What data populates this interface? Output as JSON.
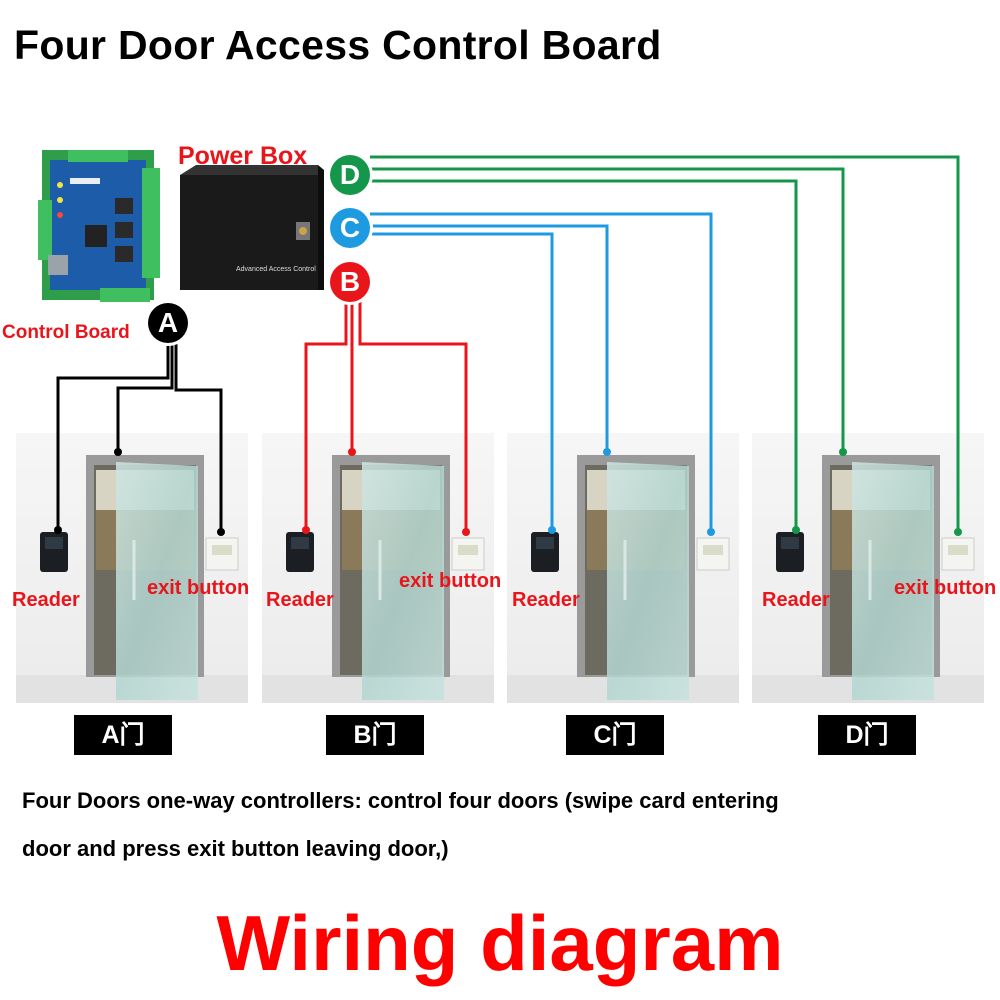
{
  "title": "Four Door Access Control Board",
  "labels": {
    "power_box": "Power Box",
    "control_board": "Control Board",
    "reader": "Reader",
    "exit_button": "exit button",
    "power_box_plate": "Advanced Access Control"
  },
  "controllers": [
    {
      "letter": "A",
      "color": "#000000"
    },
    {
      "letter": "B",
      "color": "#e8151b"
    },
    {
      "letter": "C",
      "color": "#1e9be0"
    },
    {
      "letter": "D",
      "color": "#14974a"
    }
  ],
  "doors": [
    {
      "tag": "A门"
    },
    {
      "tag": "B门"
    },
    {
      "tag": "C门"
    },
    {
      "tag": "D门"
    }
  ],
  "description": {
    "line1": "Four Doors one-way controllers: control four doors (swipe card entering",
    "line2": "door and press exit button leaving door,)"
  },
  "footer": "Wiring diagram",
  "colors": {
    "label_red": "#e8151b",
    "board_green": "#2e9e4a",
    "board_blue": "#1d5ca8",
    "box_black": "#1a1a1a"
  }
}
